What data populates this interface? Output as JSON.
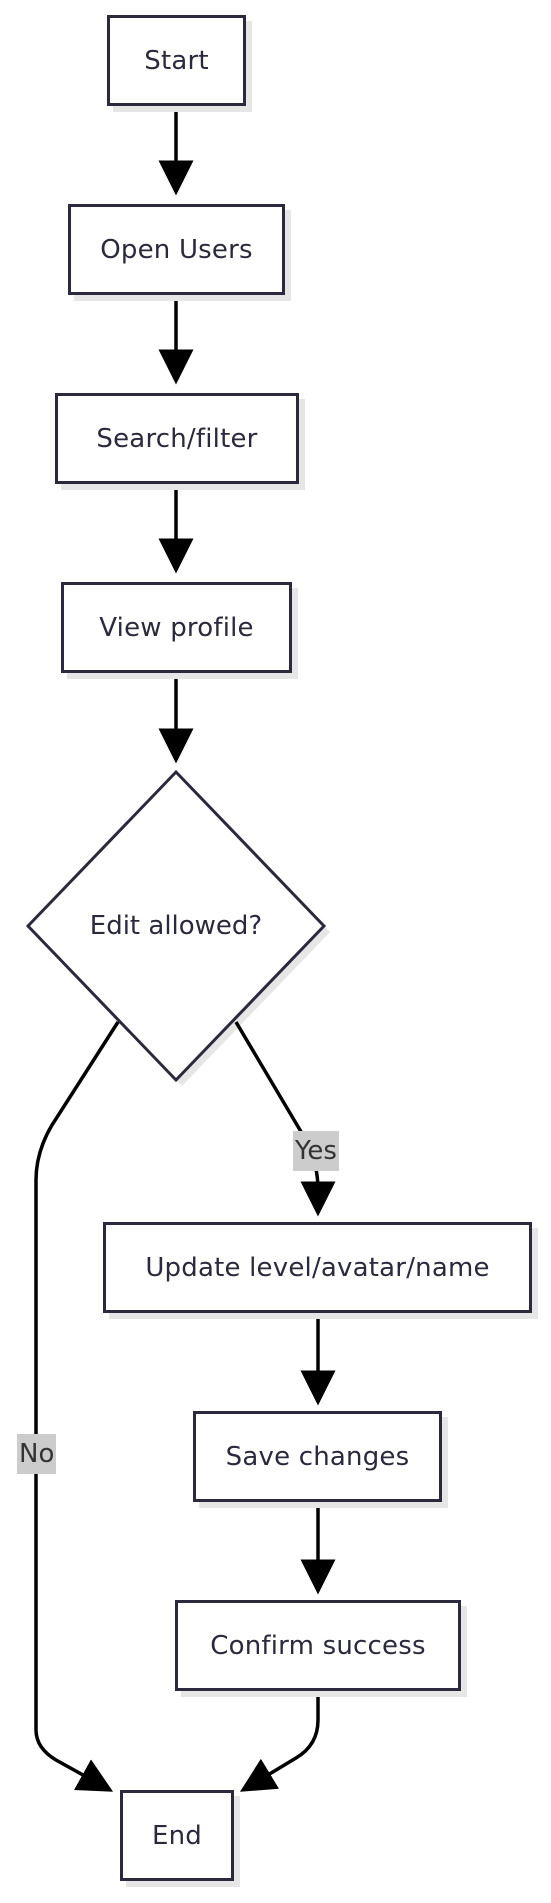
{
  "nodes": {
    "start": "Start",
    "open_users": "Open Users",
    "search_filter": "Search/filter",
    "view_profile": "View profile",
    "edit_allowed": "Edit allowed?",
    "update_fields": "Update level/avatar/name",
    "save_changes": "Save changes",
    "confirm_success": "Confirm success",
    "end": "End"
  },
  "edge_labels": {
    "yes": "Yes",
    "no": "No"
  },
  "colors": {
    "stroke": "#2a2a3c",
    "edge": "#000000",
    "shadow": "#e6e6e6",
    "label_bg": "#cccccc"
  }
}
